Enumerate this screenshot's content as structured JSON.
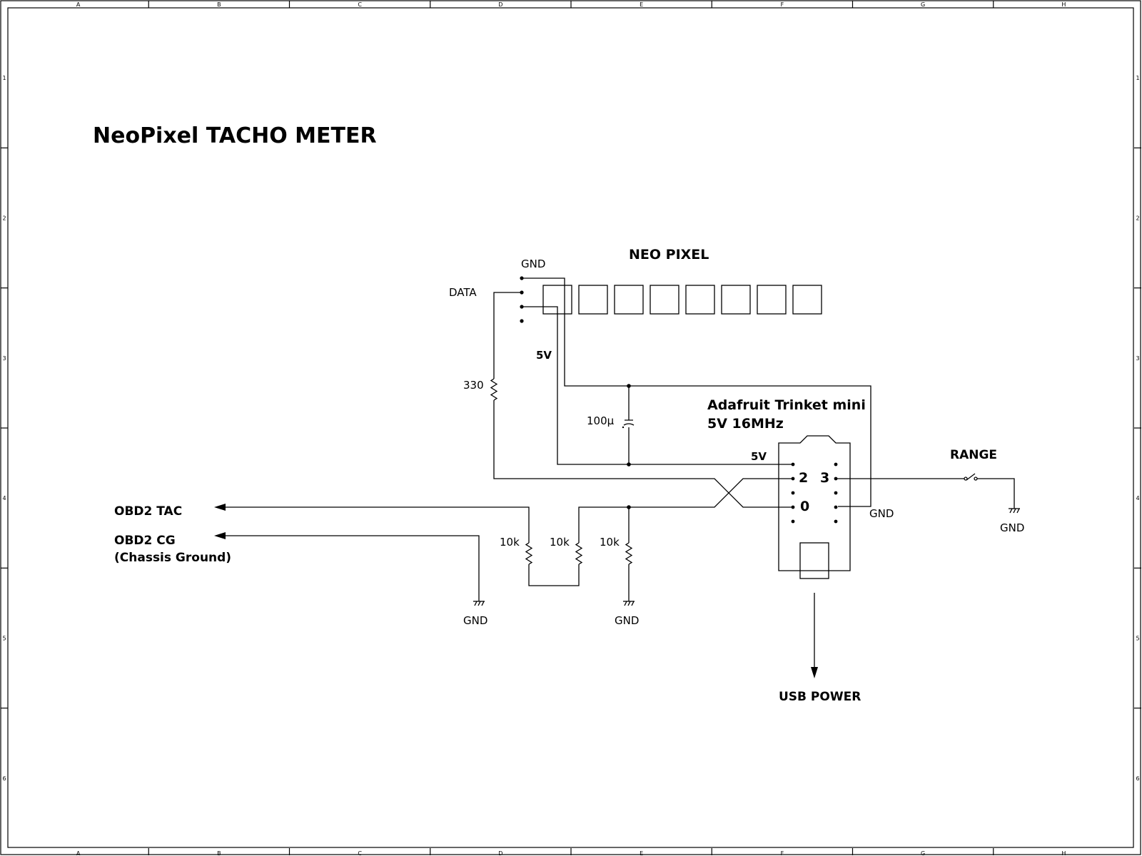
{
  "sheet": {
    "columns": [
      "A",
      "B",
      "C",
      "D",
      "E",
      "F",
      "G",
      "H"
    ],
    "rows": [
      "1",
      "2",
      "3",
      "4",
      "5",
      "6"
    ]
  },
  "title": "NeoPixel TACHO METER",
  "neopixel": {
    "label": "NEO PIXEL",
    "gnd_label": "GND",
    "data_label": "DATA",
    "vcc_label": "5V",
    "pixel_count": 8
  },
  "components": {
    "r_data": "330",
    "cap": "100µ",
    "r_div1": "10k",
    "r_div2": "10k",
    "r_div3": "10k"
  },
  "trinket": {
    "name_line1": "Adafruit Trinket mini",
    "name_line2": "5V 16MHz",
    "vcc_label": "5V",
    "pin2": "2",
    "pin3": "3",
    "pin0": "0",
    "gnd_label": "GND"
  },
  "range": {
    "label": "RANGE",
    "gnd_label": "GND"
  },
  "obd": {
    "tac_label": "OBD2 TAC",
    "cg_label": "OBD2 CG",
    "cg_sub": "(Chassis Ground)",
    "gnd_label": "GND"
  },
  "divider_gnd_label": "GND",
  "usb_label": "USB POWER"
}
